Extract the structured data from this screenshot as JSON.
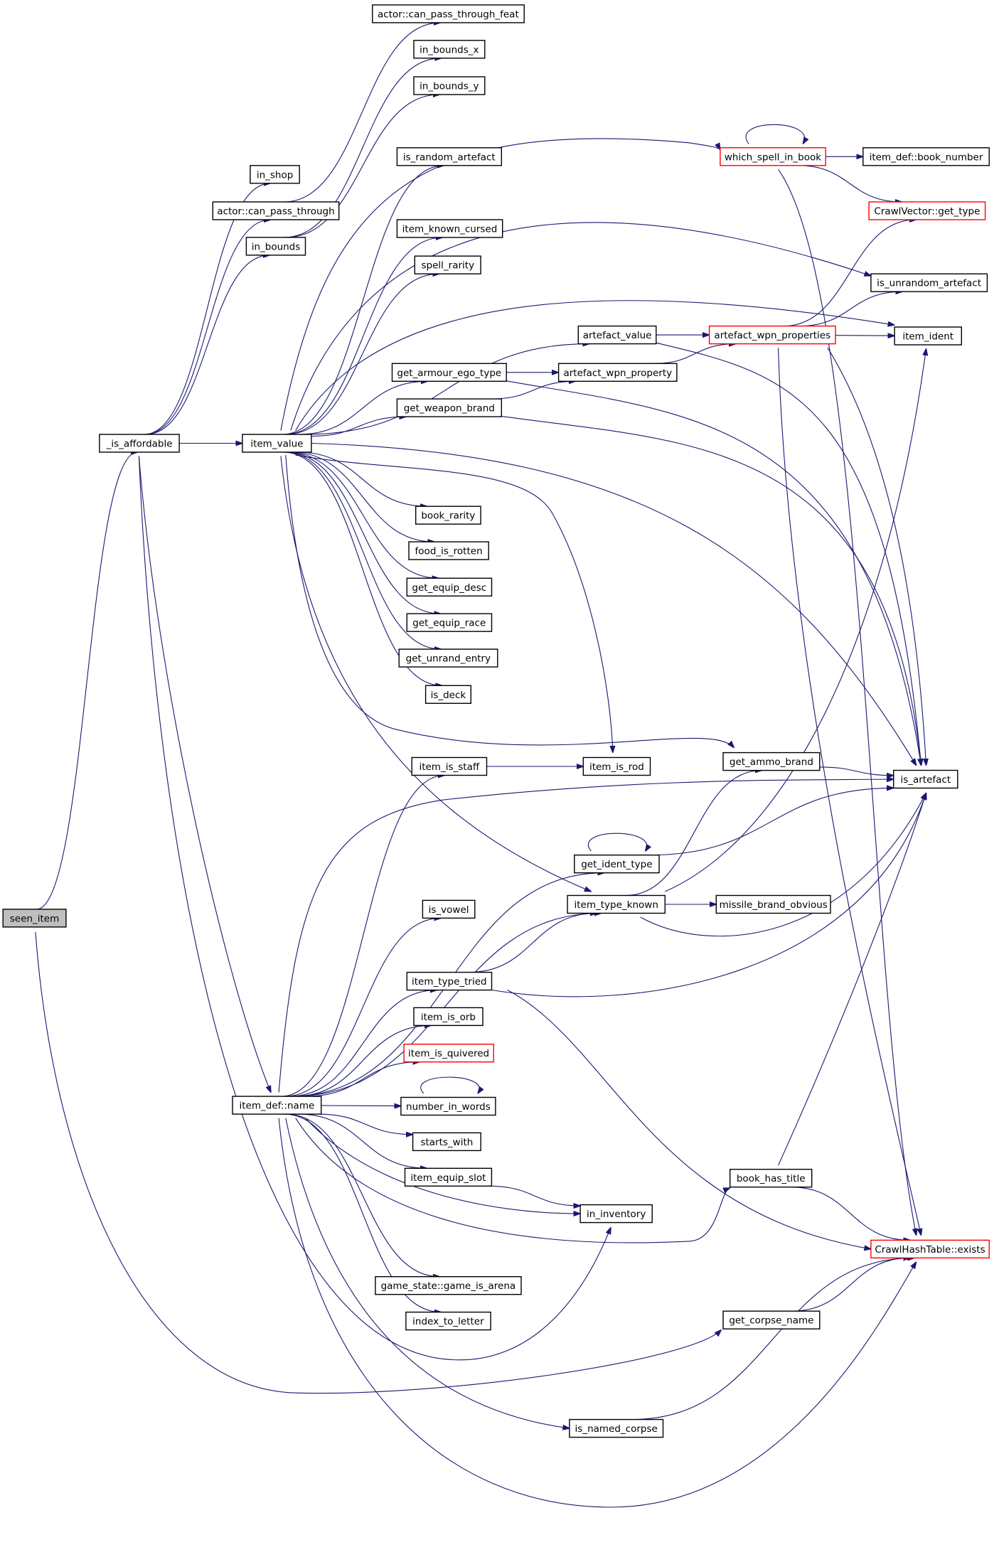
{
  "graph": {
    "nodes": [
      {
        "id": "seen_item",
        "label": "seen_item",
        "root": true
      },
      {
        "id": "is_affordable",
        "label": "_is_affordable"
      },
      {
        "id": "in_shop",
        "label": "in_shop"
      },
      {
        "id": "actor_can_pass_through",
        "label": "actor::can_pass_through"
      },
      {
        "id": "in_bounds",
        "label": "in_bounds"
      },
      {
        "id": "item_value",
        "label": "item_value"
      },
      {
        "id": "item_def_name",
        "label": "item_def::name"
      },
      {
        "id": "actor_can_pass_through_feat",
        "label": "actor::can_pass_through_feat"
      },
      {
        "id": "in_bounds_x",
        "label": "in_bounds_x"
      },
      {
        "id": "in_bounds_y",
        "label": "in_bounds_y"
      },
      {
        "id": "is_random_artefact",
        "label": "is_random_artefact"
      },
      {
        "id": "item_known_cursed",
        "label": "item_known_cursed"
      },
      {
        "id": "spell_rarity",
        "label": "spell_rarity"
      },
      {
        "id": "get_armour_ego_type",
        "label": "get_armour_ego_type"
      },
      {
        "id": "get_weapon_brand",
        "label": "get_weapon_brand"
      },
      {
        "id": "book_rarity",
        "label": "book_rarity"
      },
      {
        "id": "food_is_rotten",
        "label": "food_is_rotten"
      },
      {
        "id": "get_equip_desc",
        "label": "get_equip_desc"
      },
      {
        "id": "get_equip_race",
        "label": "get_equip_race"
      },
      {
        "id": "get_unrand_entry",
        "label": "get_unrand_entry"
      },
      {
        "id": "is_deck",
        "label": "is_deck"
      },
      {
        "id": "item_is_staff",
        "label": "item_is_staff"
      },
      {
        "id": "is_vowel",
        "label": "is_vowel"
      },
      {
        "id": "item_type_tried",
        "label": "item_type_tried"
      },
      {
        "id": "item_is_orb",
        "label": "item_is_orb"
      },
      {
        "id": "item_is_quivered",
        "label": "item_is_quivered",
        "red": true
      },
      {
        "id": "number_in_words",
        "label": "number_in_words"
      },
      {
        "id": "starts_with",
        "label": "starts_with"
      },
      {
        "id": "item_equip_slot",
        "label": "item_equip_slot"
      },
      {
        "id": "game_state_game_is_arena",
        "label": "game_state::game_is_arena"
      },
      {
        "id": "index_to_letter",
        "label": "index_to_letter"
      },
      {
        "id": "artefact_value",
        "label": "artefact_value"
      },
      {
        "id": "artefact_wpn_property",
        "label": "artefact_wpn_property"
      },
      {
        "id": "item_is_rod",
        "label": "item_is_rod"
      },
      {
        "id": "get_ident_type",
        "label": "get_ident_type"
      },
      {
        "id": "item_type_known",
        "label": "item_type_known"
      },
      {
        "id": "in_inventory",
        "label": "in_inventory"
      },
      {
        "id": "is_named_corpse",
        "label": "is_named_corpse"
      },
      {
        "id": "which_spell_in_book",
        "label": "which_spell_in_book",
        "red": true
      },
      {
        "id": "artefact_wpn_properties",
        "label": "artefact_wpn_properties",
        "red": true
      },
      {
        "id": "get_ammo_brand",
        "label": "get_ammo_brand"
      },
      {
        "id": "missile_brand_obvious",
        "label": "missile_brand_obvious"
      },
      {
        "id": "book_has_title",
        "label": "book_has_title"
      },
      {
        "id": "get_corpse_name",
        "label": "get_corpse_name"
      },
      {
        "id": "item_def_book_number",
        "label": "item_def::book_number"
      },
      {
        "id": "CrawlVector_get_type",
        "label": "CrawlVector::get_type",
        "red": true
      },
      {
        "id": "is_unrandom_artefact",
        "label": "is_unrandom_artefact"
      },
      {
        "id": "item_ident",
        "label": "item_ident"
      },
      {
        "id": "is_artefact",
        "label": "is_artefact"
      },
      {
        "id": "CrawlHashTable_exists",
        "label": "CrawlHashTable::exists",
        "red": true
      }
    ],
    "edges": [
      [
        "seen_item",
        "is_affordable"
      ],
      [
        "seen_item",
        "get_corpse_name"
      ],
      [
        "is_affordable",
        "in_shop"
      ],
      [
        "is_affordable",
        "actor_can_pass_through"
      ],
      [
        "is_affordable",
        "in_bounds"
      ],
      [
        "is_affordable",
        "item_value"
      ],
      [
        "is_affordable",
        "item_def_name"
      ],
      [
        "is_affordable",
        "in_inventory"
      ],
      [
        "actor_can_pass_through",
        "actor_can_pass_through_feat"
      ],
      [
        "in_bounds",
        "in_bounds_x"
      ],
      [
        "in_bounds",
        "in_bounds_y"
      ],
      [
        "item_value",
        "which_spell_in_book"
      ],
      [
        "item_value",
        "is_random_artefact"
      ],
      [
        "item_value",
        "item_known_cursed"
      ],
      [
        "item_value",
        "spell_rarity"
      ],
      [
        "item_value",
        "is_unrandom_artefact"
      ],
      [
        "item_value",
        "item_ident"
      ],
      [
        "item_value",
        "artefact_value"
      ],
      [
        "item_value",
        "get_armour_ego_type"
      ],
      [
        "item_value",
        "get_weapon_brand"
      ],
      [
        "item_value",
        "book_rarity"
      ],
      [
        "item_value",
        "food_is_rotten"
      ],
      [
        "item_value",
        "get_equip_desc"
      ],
      [
        "item_value",
        "get_equip_race"
      ],
      [
        "item_value",
        "get_unrand_entry"
      ],
      [
        "item_value",
        "is_deck"
      ],
      [
        "item_value",
        "item_is_rod"
      ],
      [
        "item_value",
        "get_ammo_brand"
      ],
      [
        "item_value",
        "is_artefact"
      ],
      [
        "item_value",
        "item_type_known"
      ],
      [
        "which_spell_in_book",
        "which_spell_in_book"
      ],
      [
        "which_spell_in_book",
        "item_def_book_number"
      ],
      [
        "which_spell_in_book",
        "CrawlVector_get_type"
      ],
      [
        "which_spell_in_book",
        "CrawlHashTable_exists"
      ],
      [
        "artefact_value",
        "artefact_wpn_properties"
      ],
      [
        "artefact_value",
        "is_artefact"
      ],
      [
        "get_armour_ego_type",
        "artefact_wpn_property"
      ],
      [
        "get_armour_ego_type",
        "is_artefact"
      ],
      [
        "get_weapon_brand",
        "artefact_wpn_property"
      ],
      [
        "get_weapon_brand",
        "is_artefact"
      ],
      [
        "artefact_wpn_property",
        "artefact_wpn_properties"
      ],
      [
        "artefact_wpn_properties",
        "CrawlVector_get_type"
      ],
      [
        "artefact_wpn_properties",
        "is_unrandom_artefact"
      ],
      [
        "artefact_wpn_properties",
        "item_ident"
      ],
      [
        "artefact_wpn_properties",
        "is_artefact"
      ],
      [
        "artefact_wpn_properties",
        "CrawlHashTable_exists"
      ],
      [
        "item_def_name",
        "item_is_staff"
      ],
      [
        "item_def_name",
        "is_artefact"
      ],
      [
        "item_def_name",
        "get_ident_type"
      ],
      [
        "item_def_name",
        "is_vowel"
      ],
      [
        "item_def_name",
        "item_type_known"
      ],
      [
        "item_def_name",
        "item_type_tried"
      ],
      [
        "item_def_name",
        "item_is_orb"
      ],
      [
        "item_def_name",
        "item_is_quivered"
      ],
      [
        "item_def_name",
        "number_in_words"
      ],
      [
        "item_def_name",
        "starts_with"
      ],
      [
        "item_def_name",
        "item_equip_slot"
      ],
      [
        "item_def_name",
        "in_inventory"
      ],
      [
        "item_def_name",
        "book_has_title"
      ],
      [
        "item_def_name",
        "game_state_game_is_arena"
      ],
      [
        "item_def_name",
        "index_to_letter"
      ],
      [
        "item_def_name",
        "is_named_corpse"
      ],
      [
        "item_def_name",
        "CrawlHashTable_exists"
      ],
      [
        "item_is_staff",
        "item_is_rod"
      ],
      [
        "get_ident_type",
        "get_ident_type"
      ],
      [
        "get_ident_type",
        "is_artefact"
      ],
      [
        "item_type_known",
        "get_ammo_brand"
      ],
      [
        "item_type_known",
        "item_ident"
      ],
      [
        "item_type_known",
        "missile_brand_obvious"
      ],
      [
        "item_type_known",
        "is_artefact"
      ],
      [
        "item_type_tried",
        "item_type_known"
      ],
      [
        "item_type_tried",
        "is_artefact"
      ],
      [
        "item_type_tried",
        "CrawlHashTable_exists"
      ],
      [
        "number_in_words",
        "number_in_words"
      ],
      [
        "item_equip_slot",
        "in_inventory"
      ],
      [
        "get_ammo_brand",
        "is_artefact"
      ],
      [
        "book_has_title",
        "is_artefact"
      ],
      [
        "book_has_title",
        "CrawlHashTable_exists"
      ],
      [
        "get_corpse_name",
        "CrawlHashTable_exists"
      ],
      [
        "is_named_corpse",
        "CrawlHashTable_exists"
      ]
    ]
  }
}
